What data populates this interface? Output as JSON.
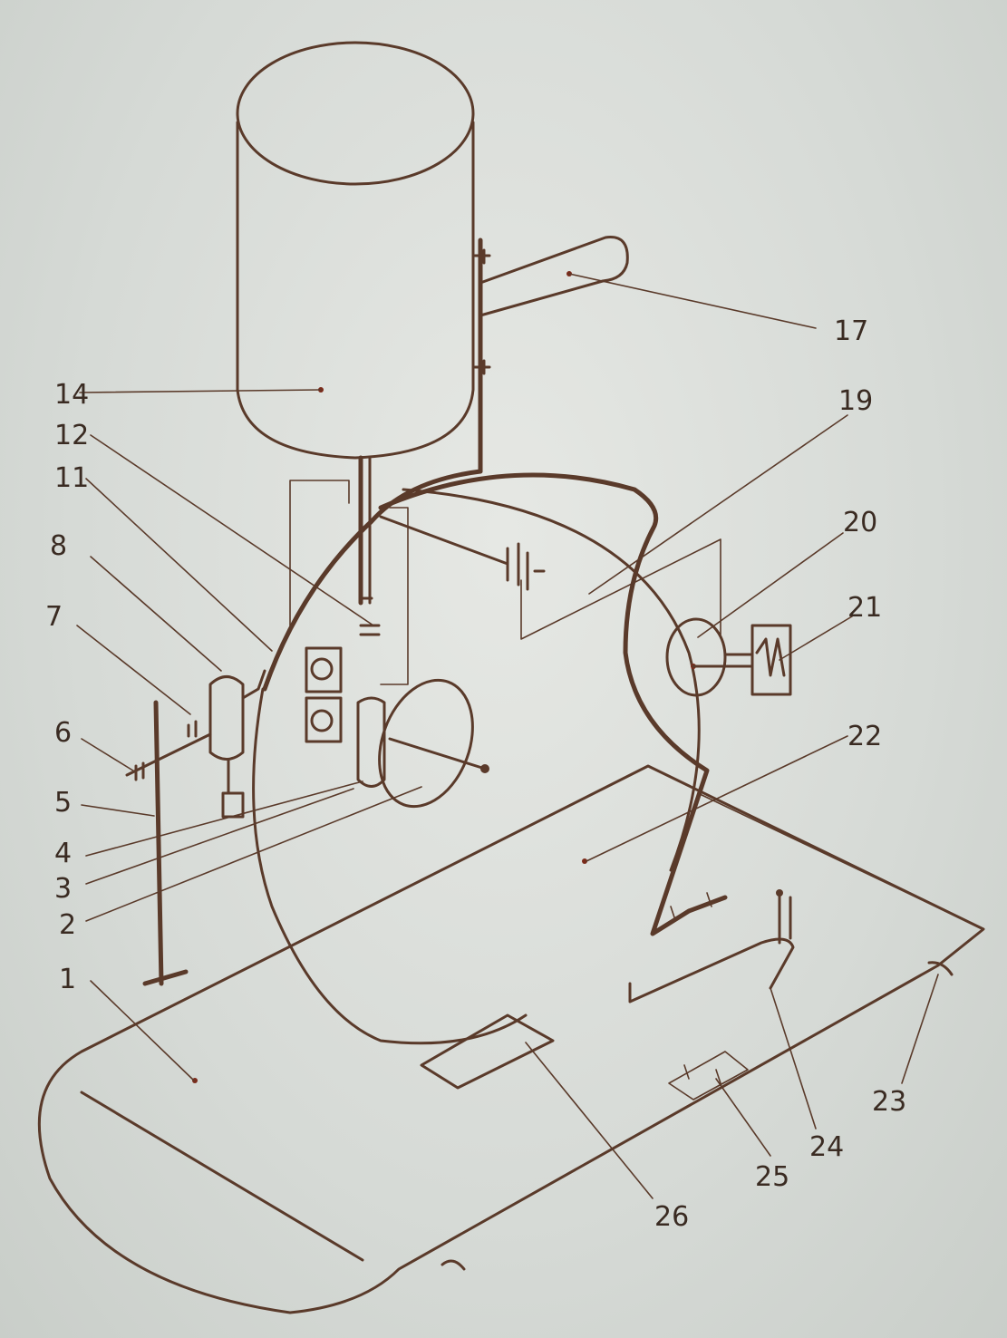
{
  "diagram": {
    "labels": [
      {
        "id": "1",
        "text": "1"
      },
      {
        "id": "2",
        "text": "2"
      },
      {
        "id": "3",
        "text": "3"
      },
      {
        "id": "4",
        "text": "4"
      },
      {
        "id": "5",
        "text": "5"
      },
      {
        "id": "6",
        "text": "6"
      },
      {
        "id": "7",
        "text": "7"
      },
      {
        "id": "8",
        "text": "8"
      },
      {
        "id": "11",
        "text": "11"
      },
      {
        "id": "12",
        "text": "12"
      },
      {
        "id": "14",
        "text": "14"
      },
      {
        "id": "17",
        "text": "17"
      },
      {
        "id": "19",
        "text": "19"
      },
      {
        "id": "20",
        "text": "20"
      },
      {
        "id": "21",
        "text": "21"
      },
      {
        "id": "22",
        "text": "22"
      },
      {
        "id": "23",
        "text": "23"
      },
      {
        "id": "24",
        "text": "24"
      },
      {
        "id": "25",
        "text": "25"
      },
      {
        "id": "26",
        "text": "26"
      }
    ],
    "colors": {
      "ink": "#5a3a2a",
      "paper": "#dde0dc",
      "label": "#3a2b22"
    }
  }
}
